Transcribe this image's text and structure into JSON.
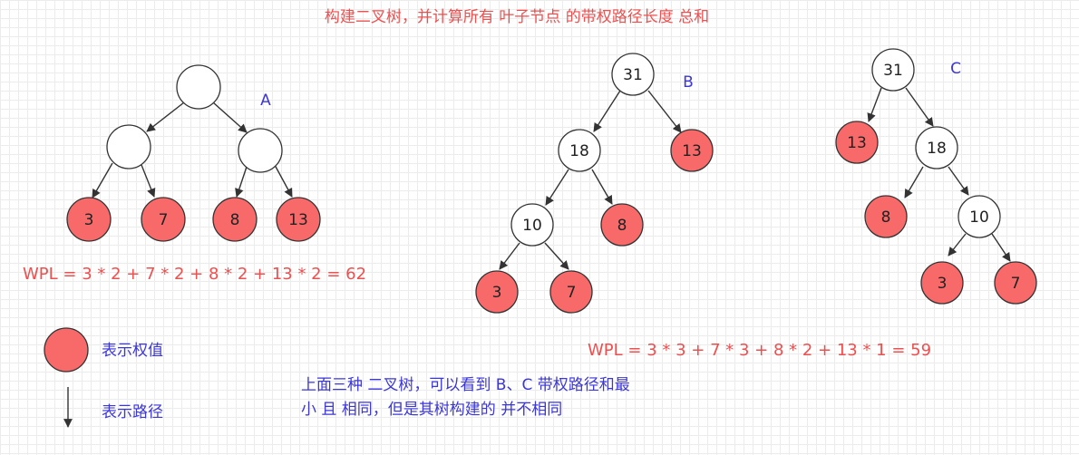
{
  "title": "构建二叉树，并计算所有 叶子节点 的带权路径长度 总和",
  "trees": {
    "a": {
      "label": "A",
      "root": "",
      "left": "",
      "right": "",
      "leaves": [
        "3",
        "7",
        "8",
        "13"
      ],
      "wpl": "WPL = 3 * 2 + 7 * 2 + 8 * 2 + 13 * 2 = 62"
    },
    "b": {
      "label": "B",
      "root": "31",
      "n18": "18",
      "leaf13": "13",
      "n10": "10",
      "leaf8": "8",
      "leaf3": "3",
      "leaf7": "7",
      "wpl": "WPL = 3 * 3 + 7 * 3 + 8 * 2 + 13 * 1 = 59"
    },
    "c": {
      "label": "C",
      "root": "31",
      "leaf13": "13",
      "n18": "18",
      "leaf8": "8",
      "n10": "10",
      "leaf3": "3",
      "leaf7": "7"
    }
  },
  "legend": {
    "weight_label": "表示权值",
    "path_label": "表示路径"
  },
  "note": {
    "line1": "上面三种 二叉树，可以看到 B、C 带权路径和最",
    "line2": "小 且 相同，但是其树构建的 并不相同"
  },
  "colors": {
    "leaf_fill": "#f86a6a",
    "red_text": "#ee4f4f",
    "blue_text": "#3b36d9"
  }
}
